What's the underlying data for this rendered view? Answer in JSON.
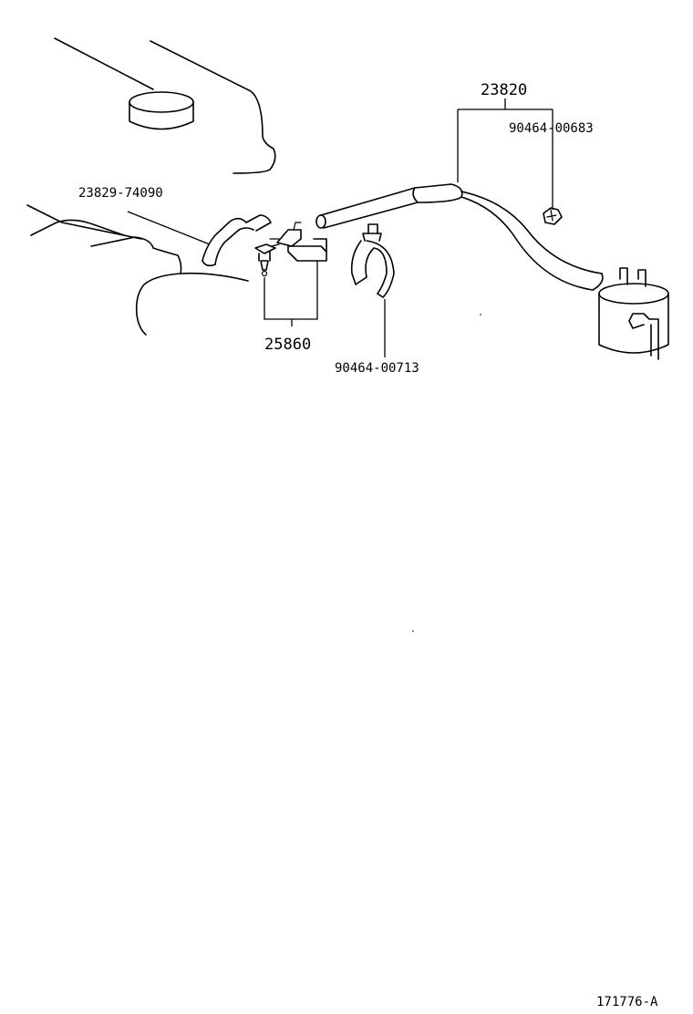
{
  "labels": {
    "hose_assy": "23820",
    "clamp_upper": "90464-00683",
    "hose_small": "23829-74090",
    "vsv_valve": "25860",
    "clamp_lower": "90464-00713",
    "figure_ref": "171776-A"
  }
}
